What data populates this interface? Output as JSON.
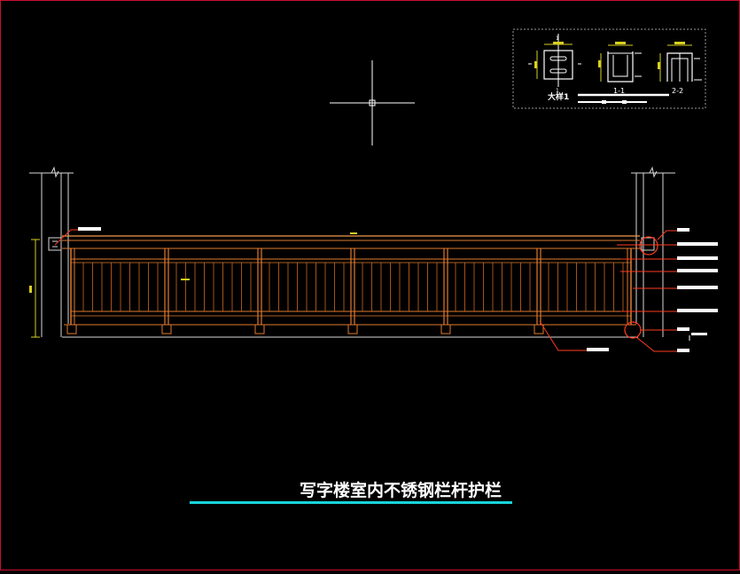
{
  "drawing": {
    "title": "写字楼室内不锈钢栏杆护栏",
    "colors": {
      "background": "#000000",
      "frame": "#c8102e",
      "railing": "#e07a2e",
      "rail_light": "#f09a4a",
      "baluster": "#d0671f",
      "leader": "#ff3b1f",
      "wall": "#d8d8d8",
      "dimension": "#d8d020",
      "white": "#ffffff",
      "underline": "#19d3da",
      "detail_border": "#9a9a9a"
    },
    "detail_labels": {
      "large_sample": "大样1",
      "section_1": "1-1",
      "section_2": "2-2",
      "cut_top": "1",
      "cut_bottom": "1"
    }
  }
}
